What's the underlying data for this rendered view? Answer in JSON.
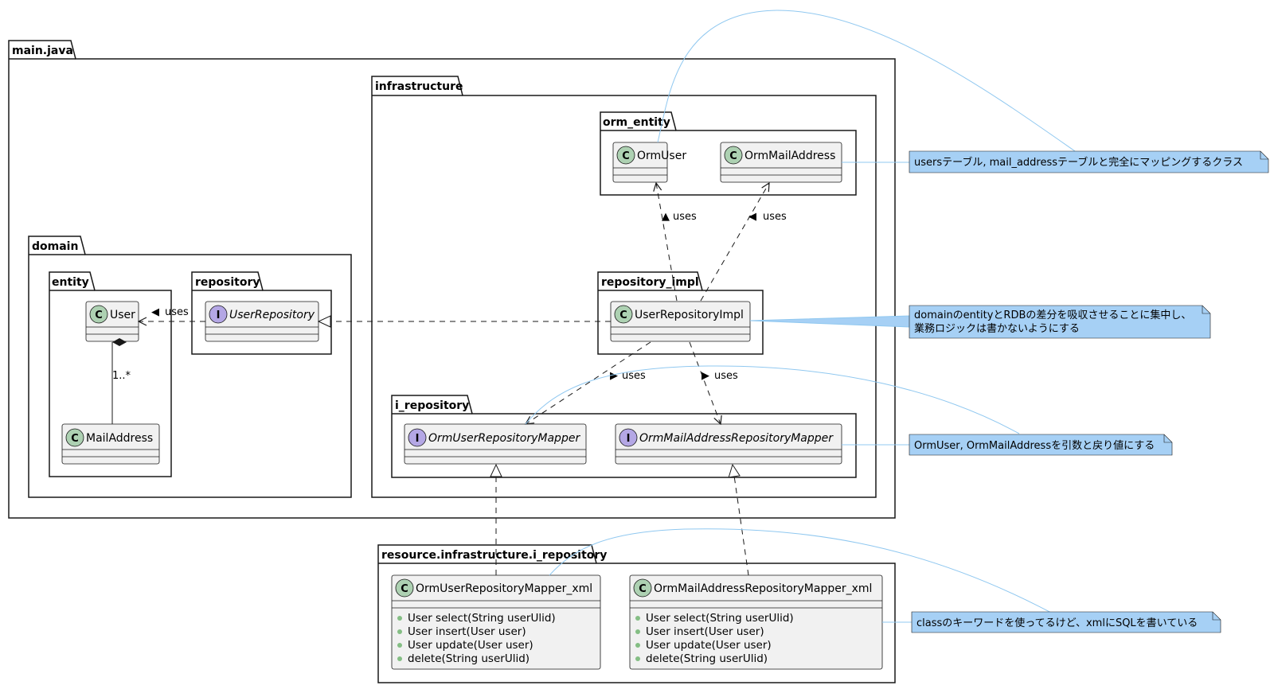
{
  "packages": {
    "main_java": "main.java",
    "infrastructure": "infrastructure",
    "orm_entity": "orm_entity",
    "domain": "domain",
    "entity": "entity",
    "repository": "repository",
    "repository_impl": "repository_impl",
    "i_repository": "i_repository",
    "resource": "resource.infrastructure.i_repository"
  },
  "classes": {
    "orm_user": "OrmUser",
    "orm_mail_address": "OrmMailAddress",
    "user": "User",
    "mail_address": "MailAddress",
    "user_repository": "UserRepository",
    "user_repository_impl": "UserRepositoryImpl",
    "orm_user_repository_mapper": "OrmUserRepositoryMapper",
    "orm_mail_address_repository_mapper": "OrmMailAddressRepositoryMapper",
    "orm_user_repository_mapper_xml": "OrmUserRepositoryMapper_xml",
    "orm_mail_address_repository_mapper_xml": "OrmMailAddressRepositoryMapper_xml"
  },
  "stereotype_glyphs": {
    "class": "C",
    "interface": "I"
  },
  "members": {
    "orm_user_repository_mapper_xml": [
      "User select(String userUlid)",
      "User insert(User user)",
      "User update(User user)",
      "delete(String userUlid)"
    ],
    "orm_mail_address_repository_mapper_xml": [
      "User select(String userUlid)",
      "User insert(User user)",
      "User update(User user)",
      "delete(String userUlid)"
    ]
  },
  "relations": {
    "uses": "uses",
    "multiplicity": "1..*",
    "arrow_left": "◀",
    "arrow_right": "▶",
    "arrow_up": "▲"
  },
  "notes": {
    "orm_entity": "usersテーブル, mail_addressテーブルと完全にマッピングするクラス",
    "repository_impl_line1": "domainのentityとRDBの差分を吸収させることに集中し、",
    "repository_impl_line2": "業務ロジックは書かないようにする",
    "i_repository": "OrmUser, OrmMailAddressを引数と戻り値にする",
    "resource": "classのキーワードを使ってるけど、xmlにSQLを書いている"
  },
  "colors": {
    "class_fill": "#F1F1F1",
    "class_border": "#181818",
    "class_glyph_fill": "#ADD1B2",
    "interface_glyph_fill": "#B4A7E5",
    "note_fill": "#A6D0F5",
    "note_link": "#90C8F0",
    "member_dot": "#84BE84"
  }
}
